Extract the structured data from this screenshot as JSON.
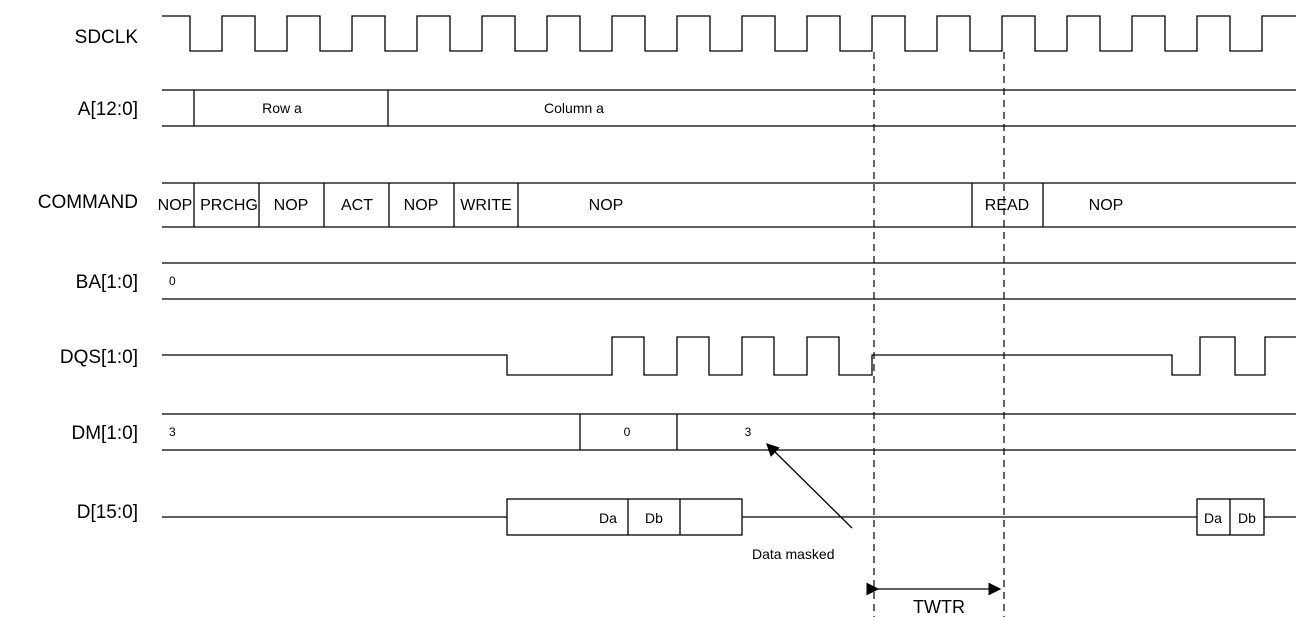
{
  "signals": {
    "sdclk": "SDCLK",
    "addr": "A[12:0]",
    "command": "COMMAND",
    "ba": "BA[1:0]",
    "dqs": "DQS[1:0]",
    "dm": "DM[1:0]",
    "data": "D[15:0]"
  },
  "addr_values": [
    "Row a",
    "Column a"
  ],
  "command_values": [
    "NOP",
    "PRCHG",
    "NOP",
    "ACT",
    "NOP",
    "WRITE",
    "NOP",
    "READ",
    "NOP"
  ],
  "ba_value": "0",
  "dm_values": [
    "3",
    "0",
    "3"
  ],
  "data_values": {
    "write": [
      "Da",
      "Db"
    ],
    "read": [
      "Da",
      "Db"
    ]
  },
  "annotations": {
    "masked": "Data masked",
    "twtr": "TWTR"
  }
}
